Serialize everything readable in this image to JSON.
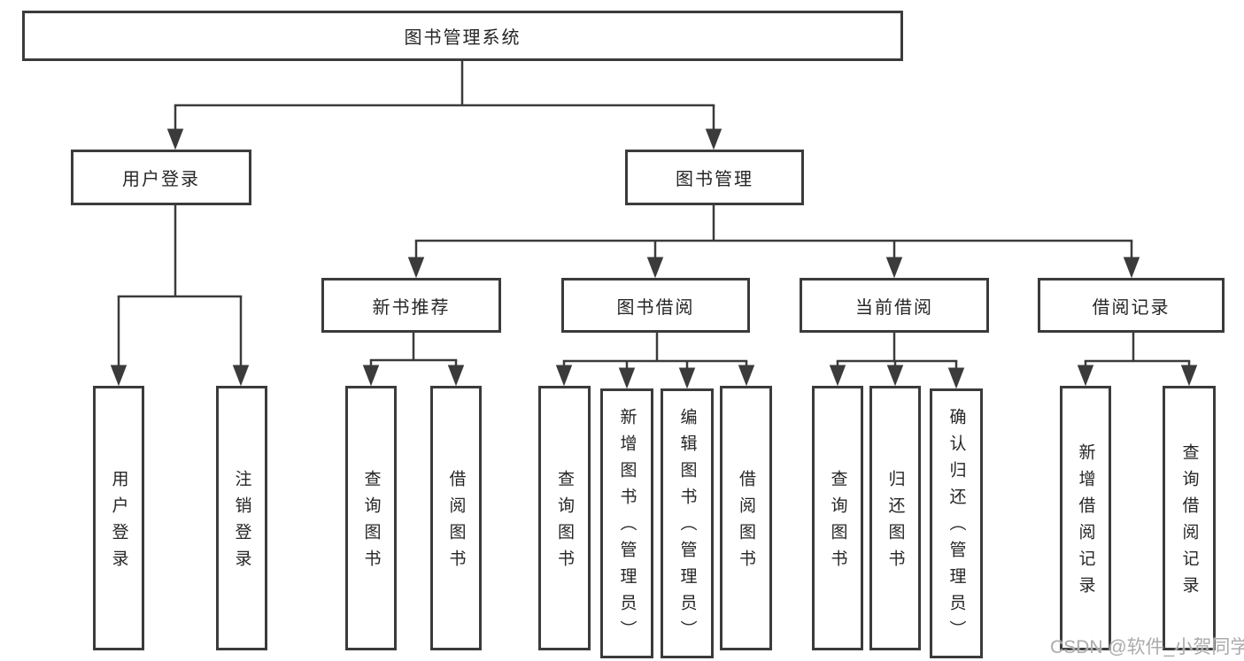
{
  "diagram": {
    "title": "图书管理系统",
    "root": {
      "label": "图书管理系统"
    },
    "level2": [
      {
        "label": "用户登录"
      },
      {
        "label": "图书管理"
      }
    ],
    "level3": [
      {
        "label": "新书推荐",
        "parent": "图书管理"
      },
      {
        "label": "图书借阅",
        "parent": "图书管理"
      },
      {
        "label": "当前借阅",
        "parent": "图书管理"
      },
      {
        "label": "借阅记录",
        "parent": "图书管理"
      }
    ],
    "leaves": [
      {
        "label": "用户登录",
        "parent": "用户登录"
      },
      {
        "label": "注销登录",
        "parent": "用户登录"
      },
      {
        "label": "查询图书",
        "parent": "新书推荐"
      },
      {
        "label": "借阅图书",
        "parent": "新书推荐"
      },
      {
        "label": "查询图书",
        "parent": "图书借阅"
      },
      {
        "label": "新增图书（管理员）",
        "parent": "图书借阅"
      },
      {
        "label": "编辑图书（管理员）",
        "parent": "图书借阅"
      },
      {
        "label": "借阅图书",
        "parent": "图书借阅"
      },
      {
        "label": "查询图书",
        "parent": "当前借阅"
      },
      {
        "label": "归还图书",
        "parent": "当前借阅"
      },
      {
        "label": "确认归还（管理员）",
        "parent": "当前借阅"
      },
      {
        "label": "新增借阅记录",
        "parent": "借阅记录"
      },
      {
        "label": "查询借阅记录",
        "parent": "借阅记录"
      }
    ]
  },
  "watermark": {
    "text": "CSDN @软件_小贺同学"
  },
  "colors": {
    "line": "#3b3b3b",
    "box_border": "#3b3b3b",
    "box_background": "#ffffff",
    "label_text": "#262626",
    "watermark_text": "#ababab"
  }
}
